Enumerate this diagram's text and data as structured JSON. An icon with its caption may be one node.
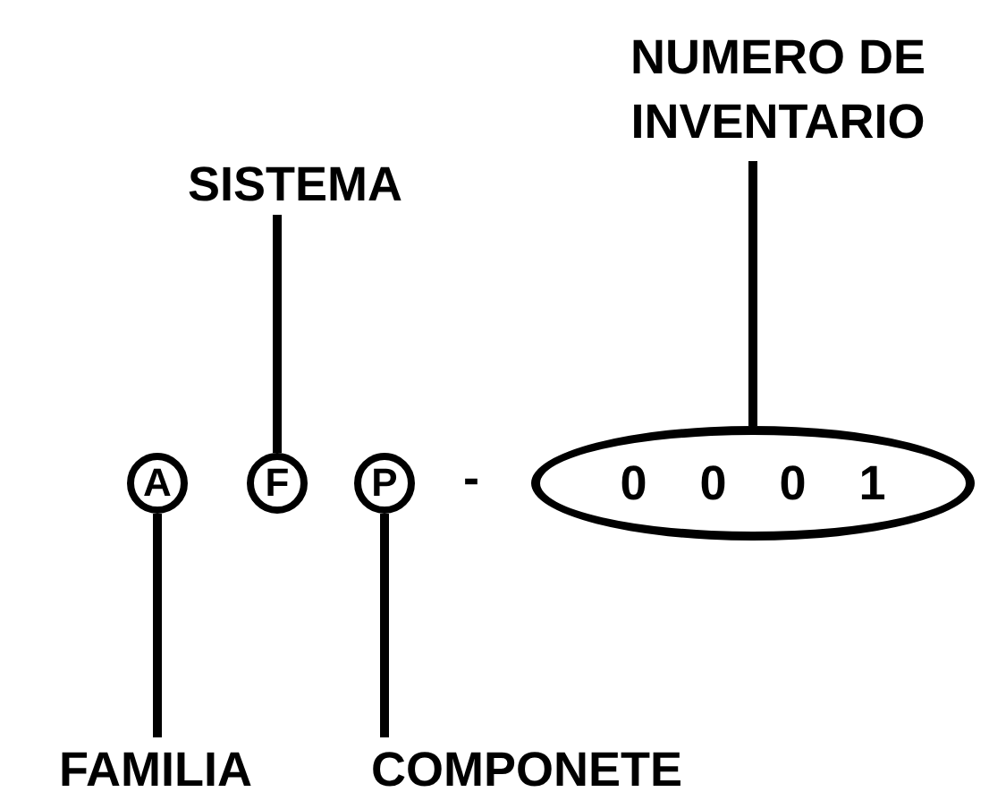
{
  "diagram": {
    "nodes": [
      {
        "text": [
          "NUMERO DE INVENTARIO"
        ]
      },
      {
        "text": [
          "SISTEMA"
        ]
      },
      {
        "text": [
          "A"
        ]
      },
      {
        "text": [
          "F"
        ]
      },
      {
        "text": [
          "P"
        ]
      },
      {
        "text": [
          "0 0 0 1"
        ]
      },
      {
        "text": [
          "FAMILIA"
        ]
      },
      {
        "text": [
          "COMPONETE"
        ]
      }
    ],
    "edges": [
      {
        "from": 0,
        "to": 5,
        "arrow": "none"
      },
      {
        "from": 1,
        "to": 3,
        "arrow": "none"
      },
      {
        "from": 6,
        "to": 2,
        "arrow": "none"
      },
      {
        "from": 7,
        "to": 4,
        "arrow": "none"
      }
    ],
    "labels": [
      "-"
    ]
  }
}
